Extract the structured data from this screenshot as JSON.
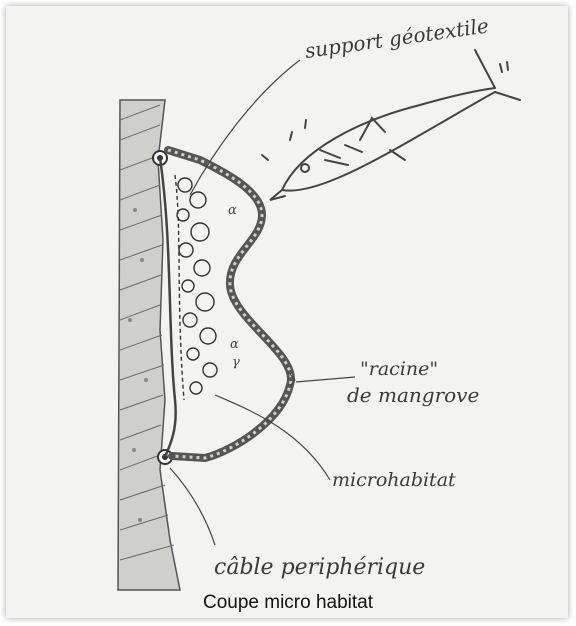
{
  "labels": {
    "support": "support géotextile",
    "racine_line1": "\"racine\"",
    "racine_line2": "de mangrove",
    "microhabitat": "microhabitat",
    "cable": "câble periphérique"
  },
  "caption": "Coupe micro habitat",
  "colors": {
    "background": "#f3f3f1",
    "ink": "#3a3a3a"
  }
}
